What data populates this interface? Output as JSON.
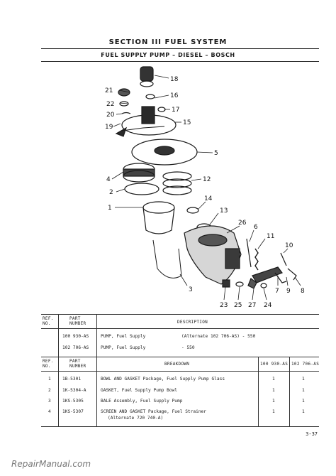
{
  "header": {
    "section_title": "SECTION III  FUEL SYSTEM",
    "subtitle": "FUEL SUPPLY PUMP – DIESEL – BOSCH"
  },
  "diagram": {
    "callouts": [
      "18",
      "21",
      "16",
      "22",
      "17",
      "20",
      "15",
      "19",
      "5",
      "4",
      "12",
      "2",
      "1",
      "14",
      "13",
      "26",
      "6",
      "11",
      "10",
      "3",
      "9",
      "8",
      "7",
      "23",
      "25",
      "27",
      "24"
    ]
  },
  "table": {
    "top_headers": {
      "ref_no": "REF.\nNO.",
      "part_number": "PART\nNUMBER",
      "description": "DESCRIPTION"
    },
    "description_rows": [
      {
        "part": "100 930-AS",
        "text": "PUMP, Fuel Supply",
        "note": "(Alternate 102 706-AS) - 550"
      },
      {
        "part": "102 706-AS",
        "text": "PUMP, Fuel Supply",
        "note": "- 550"
      }
    ],
    "breakdown_headers": {
      "ref_no": "REF.\nNO.",
      "part_number": "PART\nNUMBER",
      "breakdown": "BREAKDOWN",
      "col1": "100 930-AS",
      "col2": "102 706-AS"
    },
    "breakdown_rows": [
      {
        "ref": "1",
        "part": "1B-5301",
        "text": "BOWL AND GASKET Package, Fuel Supply Pump Glass",
        "q1": "1",
        "q2": "1"
      },
      {
        "ref": "2",
        "part": "1K-5304-A",
        "text": "GASKET, Fuel Supply Pump Bowl",
        "q1": "1",
        "q2": "1"
      },
      {
        "ref": "3",
        "part": "1KS-5305",
        "text": "BALE Assembly, Fuel Supply Pump",
        "q1": "1",
        "q2": "1"
      },
      {
        "ref": "4",
        "part": "1KS-5307",
        "text": "SCREEN AND GASKET Package, Fuel Strainer",
        "text2": "(Alternate 720 740-A)",
        "q1": "1",
        "q2": "1"
      }
    ]
  },
  "footer": {
    "page_number": "3-37",
    "watermark": "RepairManual.com"
  }
}
